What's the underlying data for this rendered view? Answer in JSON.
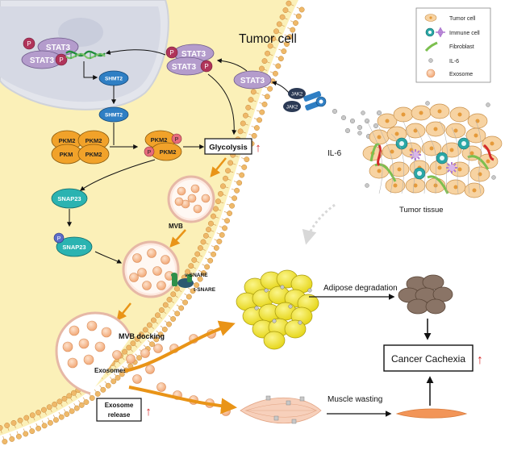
{
  "figure": {
    "tumor_cell_title": "Tumor cell",
    "stat3": "STAT3",
    "p": "P",
    "shmt2": "SHMT2",
    "pkm2": "PKM2",
    "pkm_partial": "PKM",
    "glycolysis": "Glycolysis",
    "up_arrow": "↑",
    "snap23": "SNAP23",
    "mvb": "MVB",
    "v_snare": "v-SNARE",
    "t_snare": "t-SNARE",
    "mvb_docking": "MVB docking",
    "exosomes": "Exosomes",
    "exosome_release_1": "Exosome",
    "exosome_release_2": "release",
    "jak2": "JAK2",
    "il6": "IL-6",
    "tumor_tissue": "Tumor tissue",
    "adipose_degradation": "Adipose degradation",
    "muscle_wasting": "Muscle wasting",
    "cancer_cachexia": "Cancer Cachexia"
  },
  "legend": {
    "items": [
      {
        "label": "Tumor cell",
        "icon": "tumor-cell-icon"
      },
      {
        "label": "Immune cell",
        "icon": "immune-cell-icon"
      },
      {
        "label": "Fibroblast",
        "icon": "fibroblast-icon"
      },
      {
        "label": "IL-6",
        "icon": "il6-dot-icon"
      },
      {
        "label": "Exosome",
        "icon": "exosome-icon"
      }
    ]
  },
  "colors": {
    "cytoplasm": "#fbf0b8",
    "nucleus": "#e3e5ec",
    "membrane_head": "#e9b267",
    "stat3": "#b49ccc",
    "phospho": "#b0345a",
    "shmt2": "#2f7fc4",
    "pkm2": "#f1a22a",
    "snap23": "#2bb3b1",
    "exosome": "#f6b98a",
    "orange_arrow": "#e99417",
    "adipose": "#f3ec2a",
    "red_arrow": "#d42a2a"
  }
}
